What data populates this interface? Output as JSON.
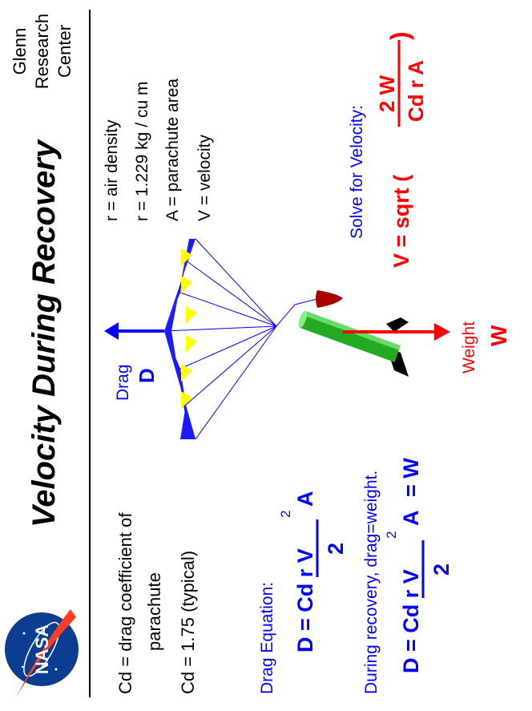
{
  "header": {
    "title": "Velocity During Recovery",
    "org_line1": "Glenn",
    "org_line2": "Research",
    "org_line3": "Center",
    "logo_text": "NASA"
  },
  "definitions": {
    "cd_def_line1": "Cd = drag coefficient of",
    "cd_def_line2": "parachute",
    "cd_typical": "Cd = 1.75  (typical)",
    "r_def": "r  =  air density",
    "r_value": "r  =  1.229  kg / cu  m",
    "a_def": "A  =  parachute  area",
    "v_def": "V  =  velocity"
  },
  "drag_equation": {
    "label": "Drag Equation:",
    "lhs": "D = Cd r V",
    "exp": "2",
    "a": "A",
    "den": "2"
  },
  "recovery_equation": {
    "label": "During recovery, drag=weight.",
    "lhs": "D = Cd r V",
    "exp": "2",
    "a": "A",
    "equals_w": "=  W",
    "den": "2"
  },
  "solution": {
    "label": "Solve  for  Velocity:",
    "lhs": "V  =  sqrt (",
    "num": "2 W",
    "den": "Cd r A",
    "close": ")"
  },
  "forces": {
    "drag_label": "Drag",
    "drag_symbol": "D",
    "weight_label": "Weight",
    "weight_symbol": "W"
  },
  "colors": {
    "blue": "#0000ff",
    "red": "#ff0000",
    "canopy": "#1a1aff",
    "gores": "#ffff00",
    "rocket_body": "#22aa22",
    "nose_cone": "#aa0000"
  }
}
